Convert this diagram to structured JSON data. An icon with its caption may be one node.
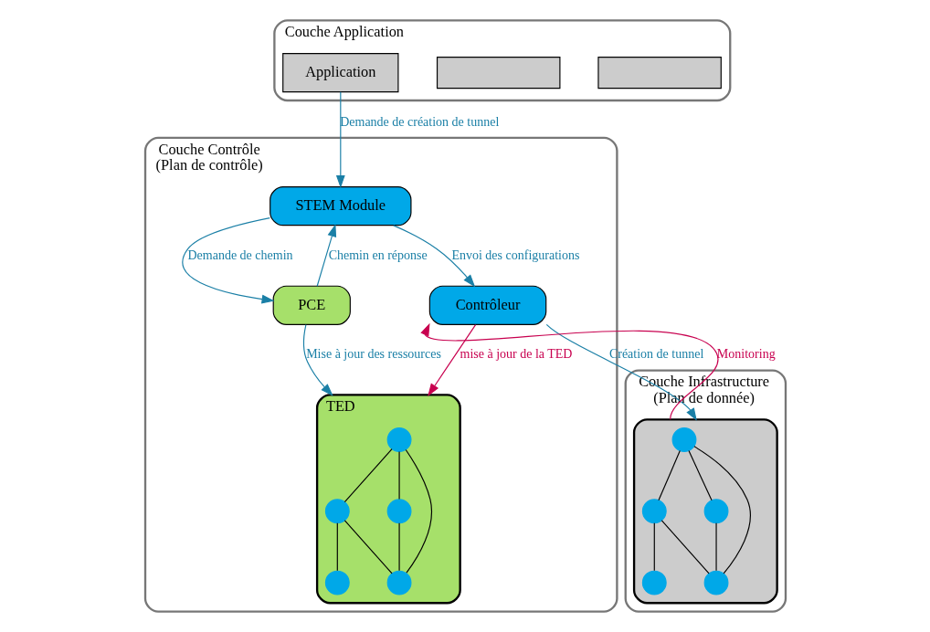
{
  "diagram": {
    "nodes": [
      {
        "text": [
          "Couche Application"
        ]
      },
      {
        "text": [],
        "shape": "box",
        "in": 0
      },
      {
        "text": [],
        "shape": "box",
        "in": 0
      },
      {
        "text": [
          "Application"
        ],
        "in": 0
      },
      {
        "text": [
          "Couche Contrôle",
          "(Plan de contrôle)"
        ]
      },
      {
        "text": [
          "STEM Module"
        ],
        "in": 4
      },
      {
        "text": [
          "PCE"
        ],
        "in": 4
      },
      {
        "text": [
          "Contrôleur"
        ],
        "in": 4
      },
      {
        "text": [
          "TED"
        ],
        "in": 4
      },
      {
        "text": [],
        "shape": "circle",
        "in": 8
      },
      {
        "text": [],
        "shape": "circle",
        "in": 8
      },
      {
        "text": [],
        "shape": "circle",
        "in": 8
      },
      {
        "text": [],
        "shape": "circle",
        "in": 8
      },
      {
        "text": [],
        "shape": "circle",
        "in": 8
      },
      {
        "text": [
          "Couche Infrastructure",
          "(Plan de donnée)"
        ]
      },
      {
        "text": [],
        "shape": "box",
        "in": 14
      },
      {
        "text": [],
        "shape": "circle",
        "in": 15
      },
      {
        "text": [],
        "shape": "circle",
        "in": 15
      },
      {
        "text": [],
        "shape": "circle",
        "in": 15
      },
      {
        "text": [],
        "shape": "circle",
        "in": 15
      },
      {
        "text": [],
        "shape": "circle",
        "in": 15
      }
    ],
    "edges": [
      {
        "from": 3,
        "to": 5,
        "arrow": "to",
        "label": "Demande de création de tunnel",
        "color": "#1a7fa6"
      },
      {
        "from": 5,
        "to": 6,
        "arrow": "to",
        "label": "Demande de chemin",
        "color": "#1a7fa6"
      },
      {
        "from": 6,
        "to": 5,
        "arrow": "to",
        "label": "Chemin en réponse",
        "color": "#1a7fa6"
      },
      {
        "from": 6,
        "to": 8,
        "arrow": "to",
        "label": "Mise à jour des ressources",
        "color": "#1a7fa6"
      },
      {
        "from": 5,
        "to": 7,
        "arrow": "to",
        "label": "Envoi des configurations",
        "color": "#1a7fa6"
      },
      {
        "from": 7,
        "to": 8,
        "arrow": "to",
        "label": "mise à jour de la TED",
        "color": "#c8004f"
      },
      {
        "from": 7,
        "to": 15,
        "arrow": "to",
        "label": "Création de tunnel",
        "color": "#1a7fa6"
      },
      {
        "from": 15,
        "to": 7,
        "arrow": "to",
        "label": "Monitoring",
        "color": "#c8004f"
      },
      {
        "from": 9,
        "to": 10,
        "arrow": "none"
      },
      {
        "from": 9,
        "to": 11,
        "arrow": "none"
      },
      {
        "from": 9,
        "to": 12,
        "arrow": "none"
      },
      {
        "from": 10,
        "to": 12,
        "arrow": "none"
      },
      {
        "from": 10,
        "to": 13,
        "arrow": "none"
      },
      {
        "from": 11,
        "to": 12,
        "arrow": "none"
      },
      {
        "from": 16,
        "to": 17,
        "arrow": "none"
      },
      {
        "from": 16,
        "to": 18,
        "arrow": "none"
      },
      {
        "from": 16,
        "to": 19,
        "arrow": "none"
      },
      {
        "from": 17,
        "to": 19,
        "arrow": "none"
      },
      {
        "from": 17,
        "to": 20,
        "arrow": "none"
      },
      {
        "from": 18,
        "to": 19,
        "arrow": "none"
      }
    ]
  }
}
